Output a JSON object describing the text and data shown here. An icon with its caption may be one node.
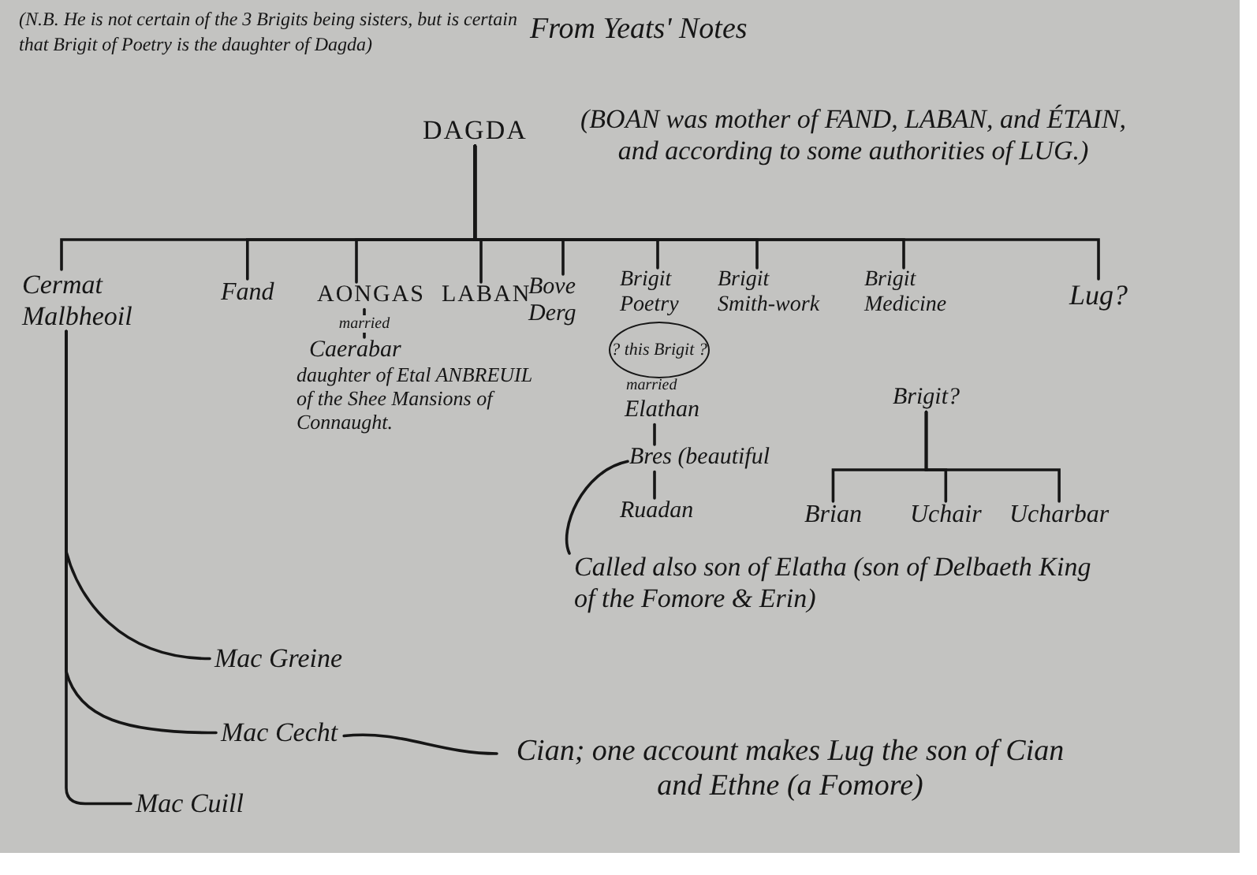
{
  "diagram": {
    "title": "From Yeats' Notes",
    "nodes": [
      {
        "text": [
          "DAGDA"
        ],
        "beside": [
          "(BOAN was mother of FAND, LABAN, and ÉTAIN, and according to some authorities of LUG.)"
        ]
      },
      {
        "text": [
          "Cermat Malbheoil"
        ]
      },
      {
        "text": [
          "Fand"
        ]
      },
      {
        "text": [
          "AONGAS"
        ]
      },
      {
        "text": [
          "Caerabar",
          "daughter of Etal ANBREUIL of the Shee Mansions of Connaught."
        ]
      },
      {
        "text": [
          "LABAN"
        ]
      },
      {
        "text": [
          "Bove Derg"
        ]
      },
      {
        "text": [
          "Brigit Poetry"
        ]
      },
      {
        "text": [
          "? this Brigit ?"
        ]
      },
      {
        "text": [
          "Elathan"
        ]
      },
      {
        "text": [
          "Bres (beautiful"
        ]
      },
      {
        "text": [
          "Ruadan"
        ]
      },
      {
        "text": [
          "Brigit Smith-work"
        ]
      },
      {
        "text": [
          "Brigit Medicine"
        ]
      },
      {
        "text": [
          "Lug?"
        ]
      },
      {
        "text": [
          "Brigit?"
        ]
      },
      {
        "text": [
          "Brian"
        ]
      },
      {
        "text": [
          "Uchair"
        ]
      },
      {
        "text": [
          "Ucharbar"
        ]
      },
      {
        "text": [
          "Called also son of Elatha (son of Delbaeth King of the Fomore & Erin)"
        ]
      },
      {
        "text": [
          "Mac Greine"
        ]
      },
      {
        "text": [
          "Mac Cecht"
        ]
      },
      {
        "text": [
          "Mac Cuill"
        ]
      },
      {
        "text": [
          "Cian; one account makes Lug the son of Cian and Ethne (a Fomore)"
        ]
      }
    ],
    "edges": [
      {
        "from": 0,
        "to": 1,
        "arrow": "none"
      },
      {
        "from": 0,
        "to": 2,
        "arrow": "none"
      },
      {
        "from": 0,
        "to": 3,
        "arrow": "none"
      },
      {
        "from": 0,
        "to": 5,
        "arrow": "none"
      },
      {
        "from": 0,
        "to": 6,
        "arrow": "none"
      },
      {
        "from": 0,
        "to": 7,
        "arrow": "none"
      },
      {
        "from": 0,
        "to": 12,
        "arrow": "none"
      },
      {
        "from": 0,
        "to": 13,
        "arrow": "none"
      },
      {
        "from": 0,
        "to": 14,
        "arrow": "none"
      },
      {
        "from": 3,
        "to": 4,
        "arrow": "none",
        "label": "married"
      },
      {
        "from": 9,
        "to": 10,
        "arrow": "none"
      },
      {
        "from": 10,
        "to": 11,
        "arrow": "none"
      },
      {
        "from": 10,
        "to": 19,
        "arrow": "none"
      },
      {
        "from": 15,
        "to": 16,
        "arrow": "none"
      },
      {
        "from": 15,
        "to": 17,
        "arrow": "none"
      },
      {
        "from": 15,
        "to": 18,
        "arrow": "none"
      },
      {
        "from": 1,
        "to": 20,
        "arrow": "none"
      },
      {
        "from": 1,
        "to": 21,
        "arrow": "none"
      },
      {
        "from": 1,
        "to": 22,
        "arrow": "none"
      },
      {
        "from": 21,
        "to": 23,
        "arrow": "none"
      }
    ],
    "labels": [
      "(N.B. He is not certain of the 3 Brigits being sisters, but is certain that Brigit of Poetry is the daughter of Dagda)",
      "married"
    ]
  }
}
